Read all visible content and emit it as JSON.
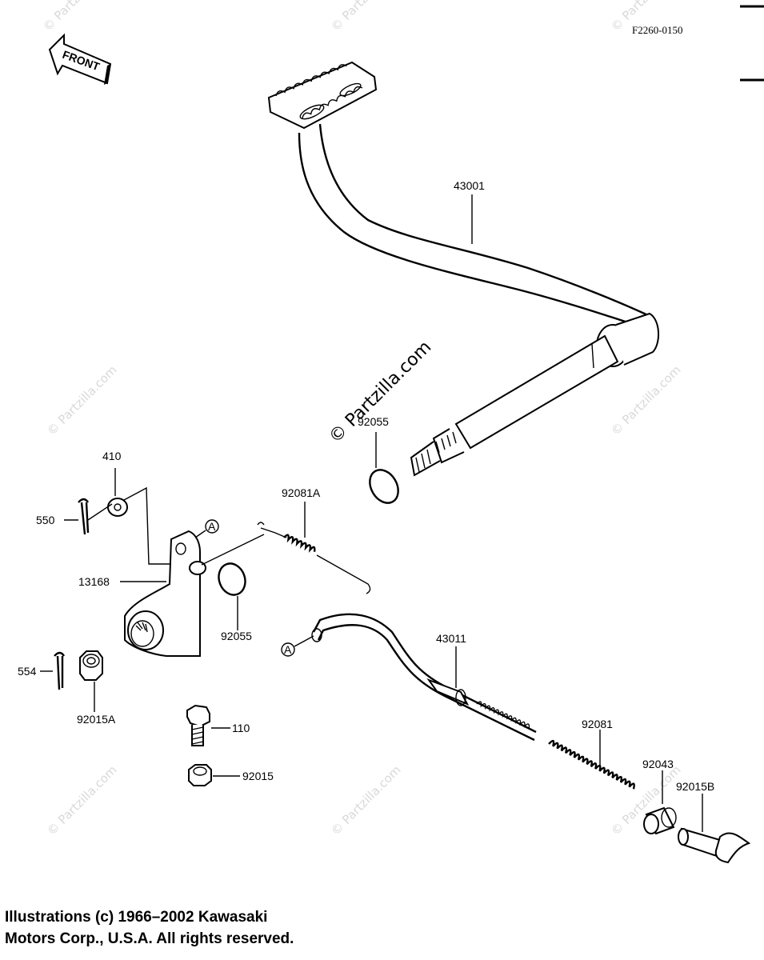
{
  "diagram_code": "F2260-0150",
  "front_label": "FRONT",
  "center_watermark": "© Partzilla.com",
  "watermark_text": "© Partzilla.com",
  "callouts": {
    "p43001": "43001",
    "p92055_top": "92055",
    "p410": "410",
    "p550": "550",
    "p92081A": "92081A",
    "p13168": "13168",
    "p92055_bottom": "92055",
    "p43011": "43011",
    "p554": "554",
    "p92015A": "92015A",
    "p110": "110",
    "p92081": "92081",
    "p92043": "92043",
    "p92015B": "92015B",
    "p92015": "92015",
    "ref_a": "A"
  },
  "footer": {
    "line1": "Illustrations (c) 1966–2002 Kawasaki",
    "line2": "Motors Corp., U.S.A.  All rights reserved."
  }
}
